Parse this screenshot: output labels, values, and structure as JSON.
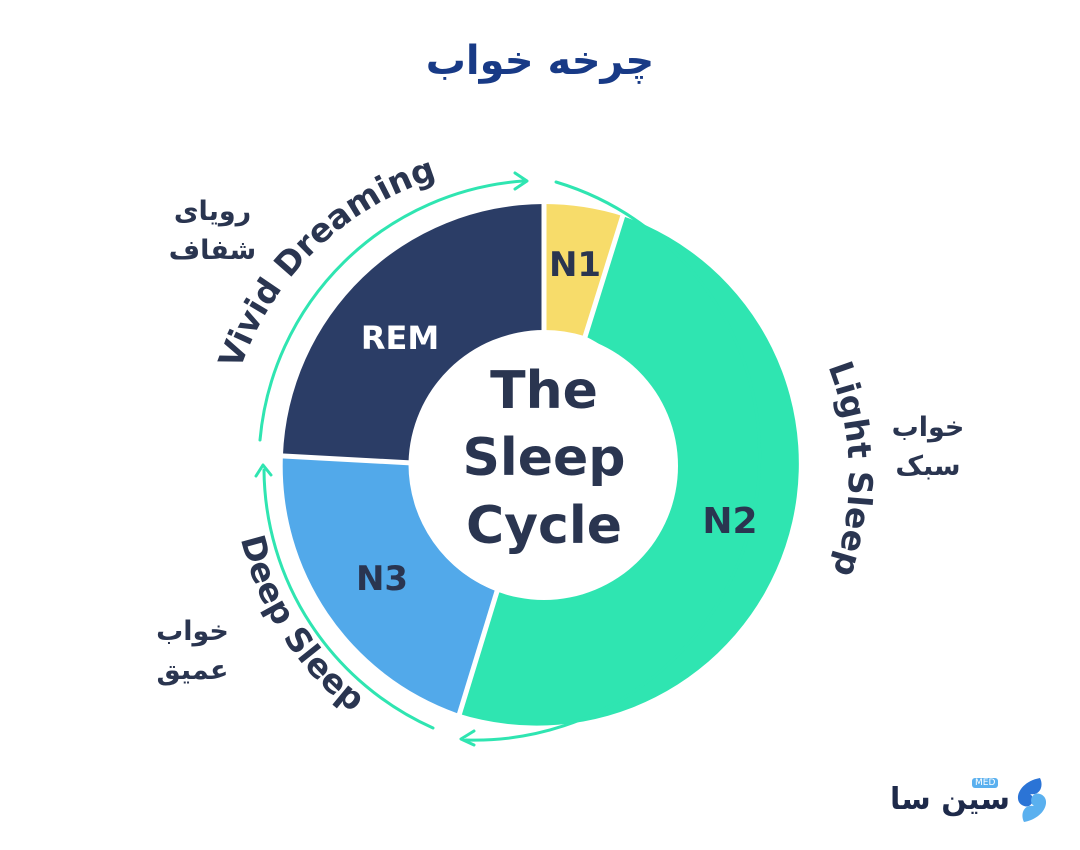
{
  "title": "چرخه خواب",
  "center": {
    "lines": [
      "The",
      "Sleep",
      "Cycle"
    ]
  },
  "stages": [
    {
      "id": "n1",
      "label": "N1",
      "color": "#f7dc6a",
      "text_color": "#2a3550"
    },
    {
      "id": "n2",
      "label": "N2",
      "color": "#2fe5b1",
      "text_color": "#2a3550"
    },
    {
      "id": "n3",
      "label": "N3",
      "color": "#52a9ea",
      "text_color": "#2a3550"
    },
    {
      "id": "rem",
      "label": "REM",
      "color": "#2b3d66",
      "text_color": "#ffffff"
    }
  ],
  "phase_labels": {
    "light": "Light Sleep",
    "deep": "Deep Sleep",
    "vivid": "Vivid Dreaming"
  },
  "farsi_labels": {
    "light": [
      "خواب",
      "سبک"
    ],
    "deep": [
      "خواب",
      "عمیق"
    ],
    "vivid": [
      "رویای",
      "شفاف"
    ]
  },
  "colors": {
    "title": "#183a86",
    "text": "#2a3550",
    "arrow": "#2fe5b1"
  },
  "logo": {
    "text": "سین سا",
    "badge": "MED"
  }
}
